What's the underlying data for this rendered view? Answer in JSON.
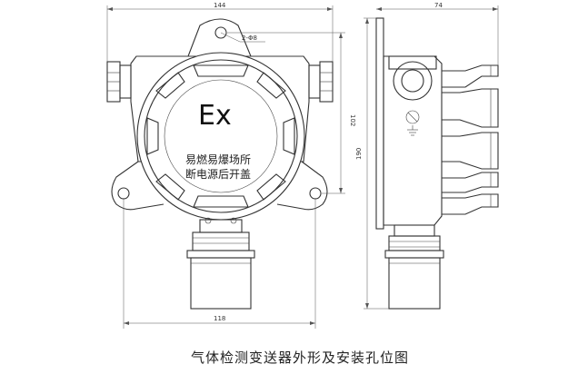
{
  "dimensions": {
    "front_width": "144",
    "side_width": "74",
    "body_height": "102",
    "total_height": "190",
    "bottom_width": "118",
    "hole": "2-Φ8"
  },
  "front": {
    "ex_mark": "Ex",
    "warning_line1": "易燃易爆场所",
    "warning_line2": "断电源后开盖"
  },
  "caption": "气体检测变送器外形及安装孔位图"
}
